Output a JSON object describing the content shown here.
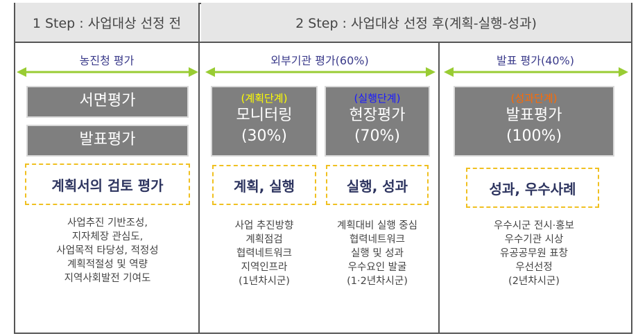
{
  "header": {
    "step1": "1 Step : 사업대상 선정 전",
    "step2": "2 Step : 사업대상 선정 후(계획-실행-성과)"
  },
  "colors": {
    "arrow": "#99cc33",
    "box_gray": "#7f7f7f",
    "dash": "#f0c020",
    "tag_yellow": "#ffff00",
    "tag_blue": "#1a1aff",
    "tag_orange": "#ff6a00"
  },
  "sections": [
    {
      "label": "농진청 평가",
      "boxes": [
        "서면평가",
        "발표평가"
      ],
      "focus": "계획서의 검토 평가",
      "desc": [
        "사업추진 기반조성,",
        "지자체장 관심도,",
        "사업목적 타당성, 적정성",
        "계획적절성 및 역량",
        "지역사회발전 기여도"
      ]
    },
    {
      "label": "외부기관 평가(60%)",
      "cards": [
        {
          "tag": "(계획단계)",
          "title": "모니터링",
          "pct": "(30%)",
          "focus": "계획, 실행",
          "desc": [
            "사업 추진방향",
            "계획점검",
            "협력네트워크",
            "지역인프라",
            "(1년차시군)"
          ]
        },
        {
          "tag": "(실행단계)",
          "title": "현장평가",
          "pct": "(70%)",
          "focus": "실행, 성과",
          "desc": [
            "계획대비 실행 중심",
            "협력네트워크",
            "실행 및 성과",
            "우수요인 발굴",
            "(1·2년차시군)"
          ]
        }
      ]
    },
    {
      "label": "발표 평가(40%)",
      "card": {
        "tag": "(성과단계)",
        "title": "발표평가",
        "pct": "(100%)",
        "focus": "성과, 우수사례",
        "desc": [
          "우수시군 전시·홍보",
          "우수기관 시상",
          "유공공무원 표창",
          "우선선정",
          "(2년차시군)"
        ]
      }
    }
  ]
}
